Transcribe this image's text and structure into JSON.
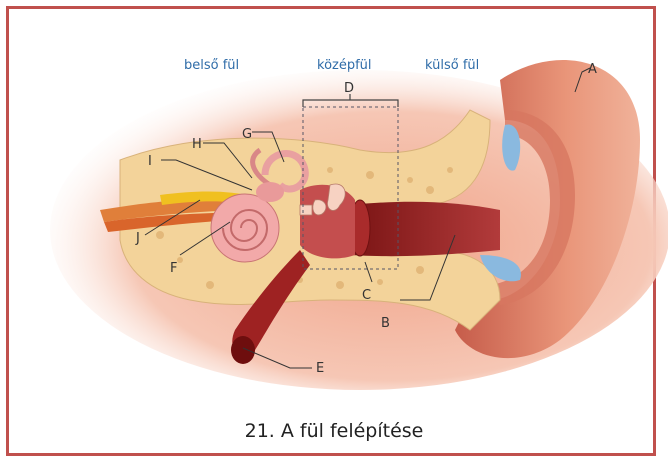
{
  "regions": {
    "inner": "belső fül",
    "middle": "középfül",
    "outer": "külső fül"
  },
  "labels": {
    "A": "A",
    "B": "B",
    "C": "C",
    "D": "D",
    "E": "E",
    "F": "F",
    "G": "G",
    "H": "H",
    "I": "I",
    "J": "J"
  },
  "caption": "21. A fül felépítése",
  "colors": {
    "frame": "#c0504d",
    "region_text": "#2f6ca8",
    "skin": "#e9a184",
    "bone": "#f3d39a",
    "canal": "#8c2020",
    "cartilage": "#8ab9df"
  }
}
